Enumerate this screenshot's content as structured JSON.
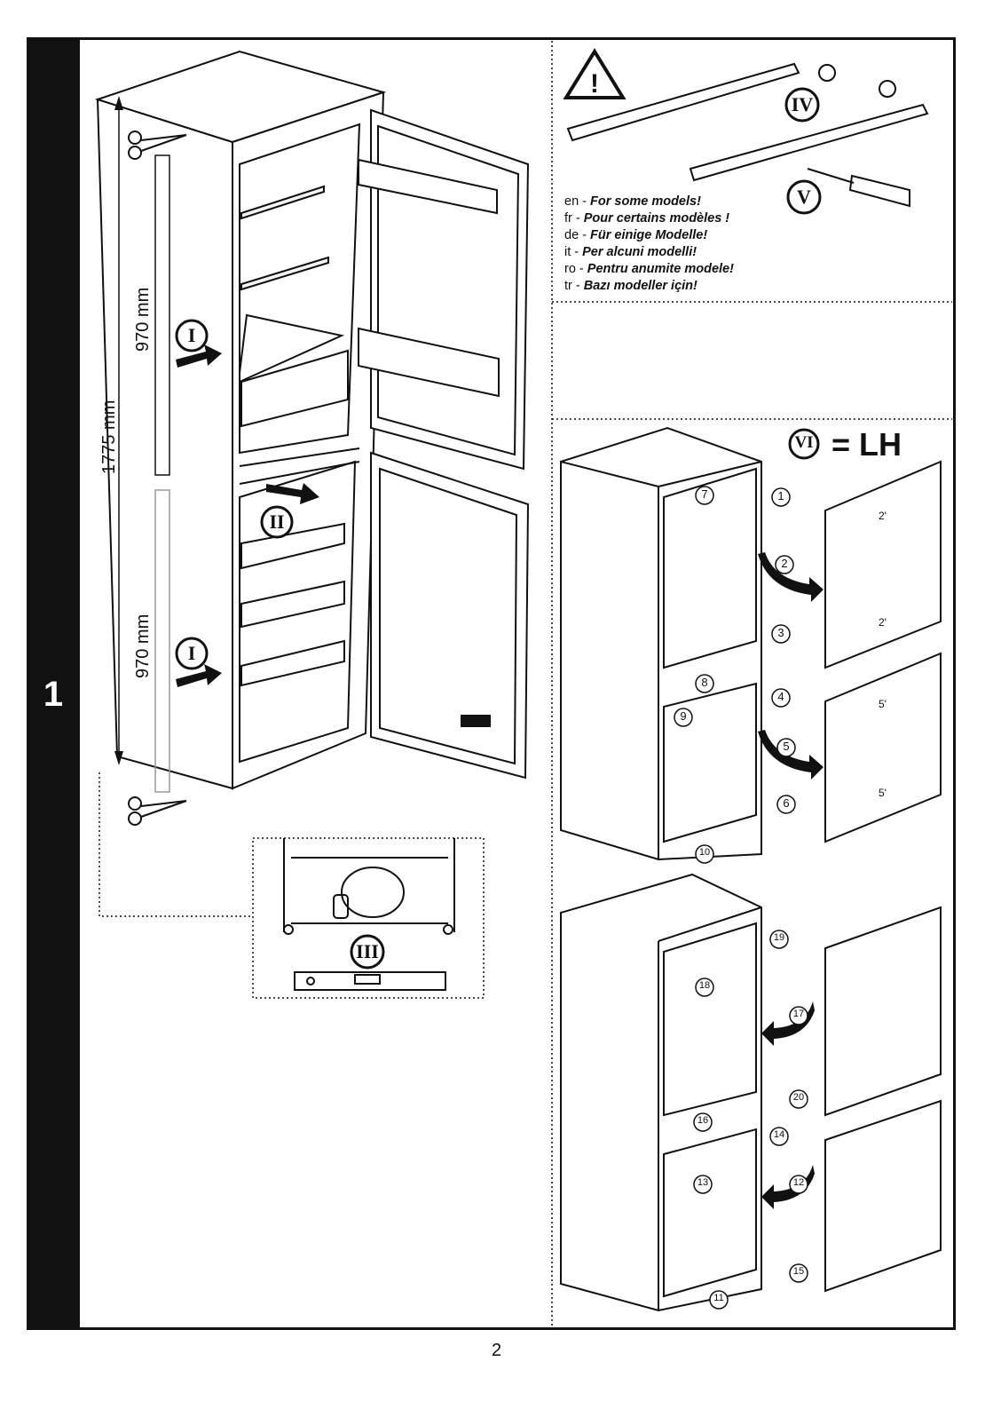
{
  "step_number": "1",
  "page_number": "2",
  "dimensions": {
    "total_height": "1775 mm",
    "upper_height": "970 mm",
    "lower_height": "970 mm"
  },
  "roman_markers": {
    "i": "I",
    "ii": "II",
    "iii": "III",
    "iv": "IV",
    "v": "V",
    "vi": "VI"
  },
  "lh_label": "= LH",
  "languages": [
    {
      "code": "en -",
      "text": "For some models!"
    },
    {
      "code": "fr -",
      "text": "Pour certains modèles !"
    },
    {
      "code": "de -",
      "text": "Für einige Modelle!"
    },
    {
      "code": "it -",
      "text": "Per alcuni modelli!"
    },
    {
      "code": "ro -",
      "text": "Pentru anumite modele!"
    },
    {
      "code": "tr -",
      "text": "Bazı modeller için!"
    }
  ],
  "step_markers": [
    "1",
    "2",
    "3",
    "4",
    "5",
    "6",
    "7",
    "8",
    "9",
    "10",
    "11",
    "12",
    "13",
    "14",
    "15",
    "16",
    "17",
    "18",
    "19",
    "20"
  ],
  "door_labels": [
    "2'",
    "2'",
    "5'",
    "5'"
  ]
}
